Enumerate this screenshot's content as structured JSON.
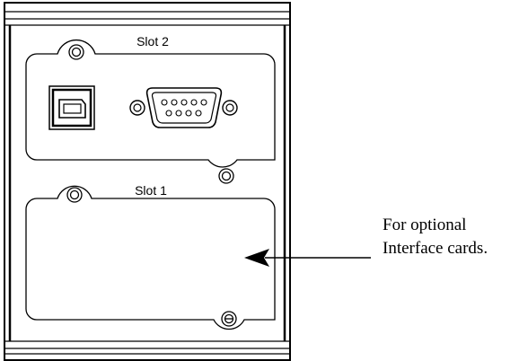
{
  "slots": {
    "upper": {
      "label": "Slot 2"
    },
    "lower": {
      "label": "Slot 1"
    }
  },
  "callout": {
    "line1": "For optional",
    "line2": "Interface cards."
  },
  "icons": {
    "usb": "usb-b-port-icon",
    "serial": "db9-serial-connector-icon",
    "screw": "mounting-screw-icon",
    "arrow": "arrow-left-icon"
  }
}
